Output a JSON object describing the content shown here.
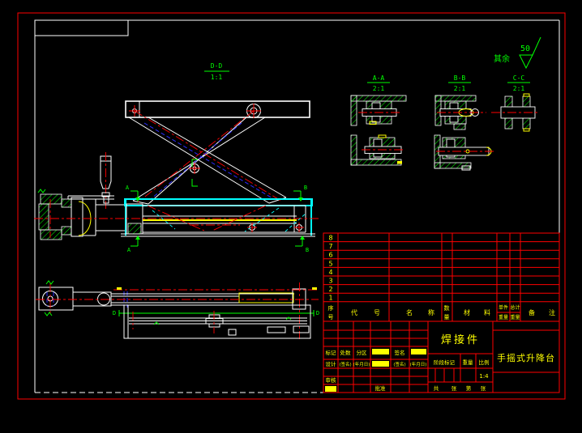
{
  "colors": {
    "background": "#000000",
    "frame_red": "#ff0000",
    "line_white": "#ffffff",
    "annotation_green": "#00ff00",
    "highlight_cyan": "#00ffff",
    "highlight_yellow": "#ffff00",
    "hidden_blue": "#2b2bff"
  },
  "drawing": {
    "surface_note_prefix": "其余",
    "surface_note_value": "50",
    "main_view_label": "D-D",
    "main_view_scale": "1:1",
    "section_a_label": "A-A",
    "section_a_scale": "2:1",
    "section_b_label": "B-B",
    "section_b_scale": "2:1",
    "section_c_label": "C-C",
    "section_c_scale": "2:1",
    "marker_a": "A",
    "marker_b": "B",
    "marker_d": "D"
  },
  "parts_table": {
    "row_numbers": [
      "8",
      "7",
      "6",
      "5",
      "4",
      "3",
      "2",
      "1"
    ],
    "headers": {
      "seq_top": "序",
      "seq_bottom": "号",
      "code_left": "代",
      "code_right": "号",
      "name_left": "名",
      "name_right": "称",
      "qty_top": "数",
      "qty_bottom": "量",
      "mat_left": "材",
      "mat_right": "料",
      "unit_wt_top": "单件",
      "unit_wt_bottom": "重量",
      "total_wt_top": "总计",
      "total_wt_bottom": "重量",
      "note_left": "备",
      "note_right": "注"
    }
  },
  "title_block": {
    "part_type": "焊接件",
    "drawing_title": "手摇式升降台",
    "labels": {
      "mark": "标记",
      "count": "处数",
      "zone": "分区",
      "sign": "签名",
      "design": "设计",
      "sign_paren": "(签名)",
      "date_paren": "(年月日)",
      "review": "审核",
      "approve": "批准",
      "stage_mark": "阶段标记",
      "weight": "重量",
      "scale": "比例",
      "scale_value": "1:4",
      "sheet_gong": "共",
      "sheet_zhang": "张",
      "sheet_di": "第"
    }
  }
}
